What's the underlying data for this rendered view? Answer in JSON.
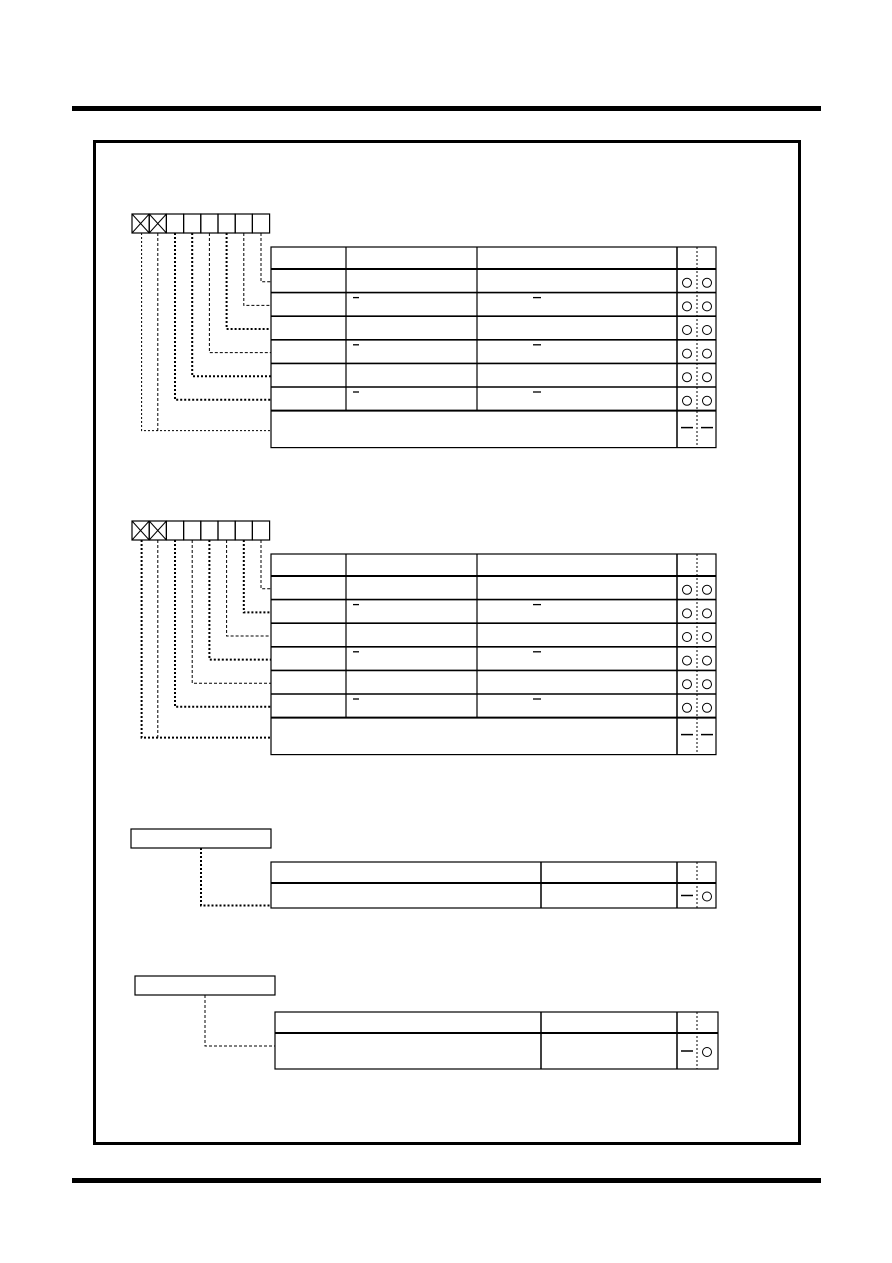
{
  "page": {
    "background": "#ffffff",
    "line_color": "#000000"
  },
  "register_diagrams": [
    {
      "bit_cells": [
        "reserved",
        "reserved",
        "",
        "",
        "",
        "",
        "",
        ""
      ],
      "rows": [
        {
          "access_mark": "none",
          "marks": [
            "circle",
            "circle"
          ]
        },
        {
          "access_mark": "overline",
          "marks": [
            "circle",
            "circle"
          ]
        },
        {
          "access_mark": "none",
          "marks": [
            "circle",
            "circle"
          ]
        },
        {
          "access_mark": "overline",
          "marks": [
            "circle",
            "circle"
          ]
        },
        {
          "access_mark": "none",
          "marks": [
            "circle",
            "circle"
          ]
        },
        {
          "access_mark": "overline",
          "marks": [
            "circle",
            "circle"
          ]
        }
      ],
      "footer_marks": [
        "dash",
        "dash"
      ]
    },
    {
      "bit_cells": [
        "reserved",
        "reserved",
        "",
        "",
        "",
        "",
        "",
        ""
      ],
      "rows": [
        {
          "access_mark": "none",
          "marks": [
            "circle",
            "circle"
          ]
        },
        {
          "access_mark": "overline",
          "marks": [
            "circle",
            "circle"
          ]
        },
        {
          "access_mark": "none",
          "marks": [
            "circle",
            "circle"
          ]
        },
        {
          "access_mark": "overline",
          "marks": [
            "circle",
            "circle"
          ]
        },
        {
          "access_mark": "none",
          "marks": [
            "circle",
            "circle"
          ]
        },
        {
          "access_mark": "overline",
          "marks": [
            "circle",
            "circle"
          ]
        }
      ],
      "footer_marks": [
        "dash",
        "dash"
      ]
    }
  ],
  "wide_registers": [
    {
      "marks": [
        "dash",
        "circle"
      ]
    },
    {
      "marks": [
        "dash",
        "circle"
      ]
    }
  ]
}
